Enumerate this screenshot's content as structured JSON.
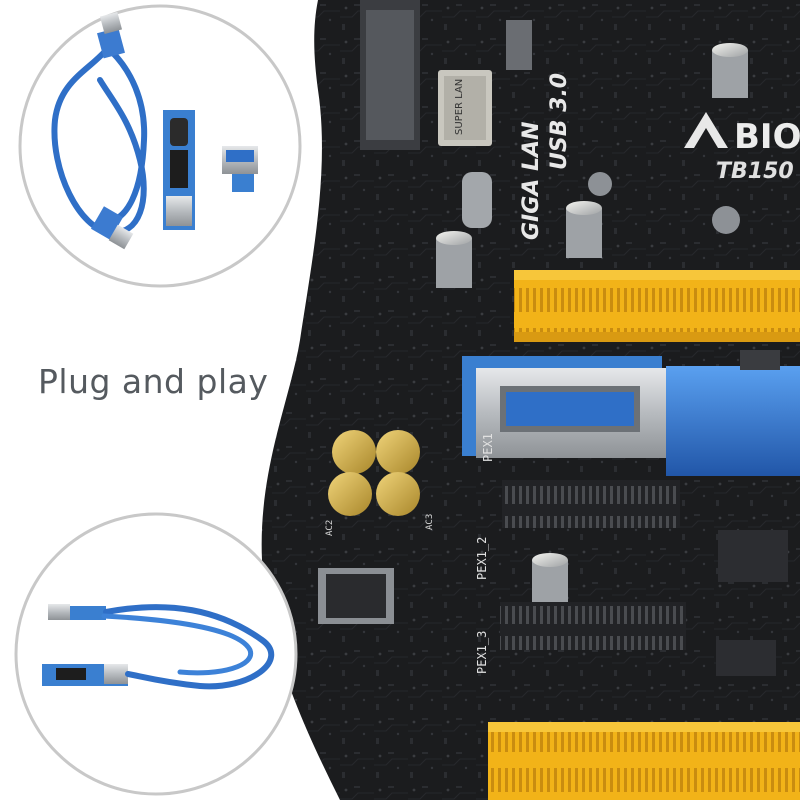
{
  "caption": "Plug and play",
  "board": {
    "brand": "BIO",
    "model": "TB150",
    "chip_labels": [
      "SUPER LAN",
      "GIGA LAN",
      "USB 3.0"
    ],
    "slot_labels": [
      "PEX1",
      "PEX1_2",
      "PEX1_3"
    ],
    "cap_labels": [
      "AC2",
      "AC3"
    ]
  },
  "colors": {
    "background": "#ffffff",
    "pcb": "#1b1c1e",
    "pcie_slot": "#f2b318",
    "cable": "#2f6fc7",
    "riser_board": "#3a7fd0",
    "circle_border": "#c8c8c8",
    "caption_text": "#555a5f"
  }
}
